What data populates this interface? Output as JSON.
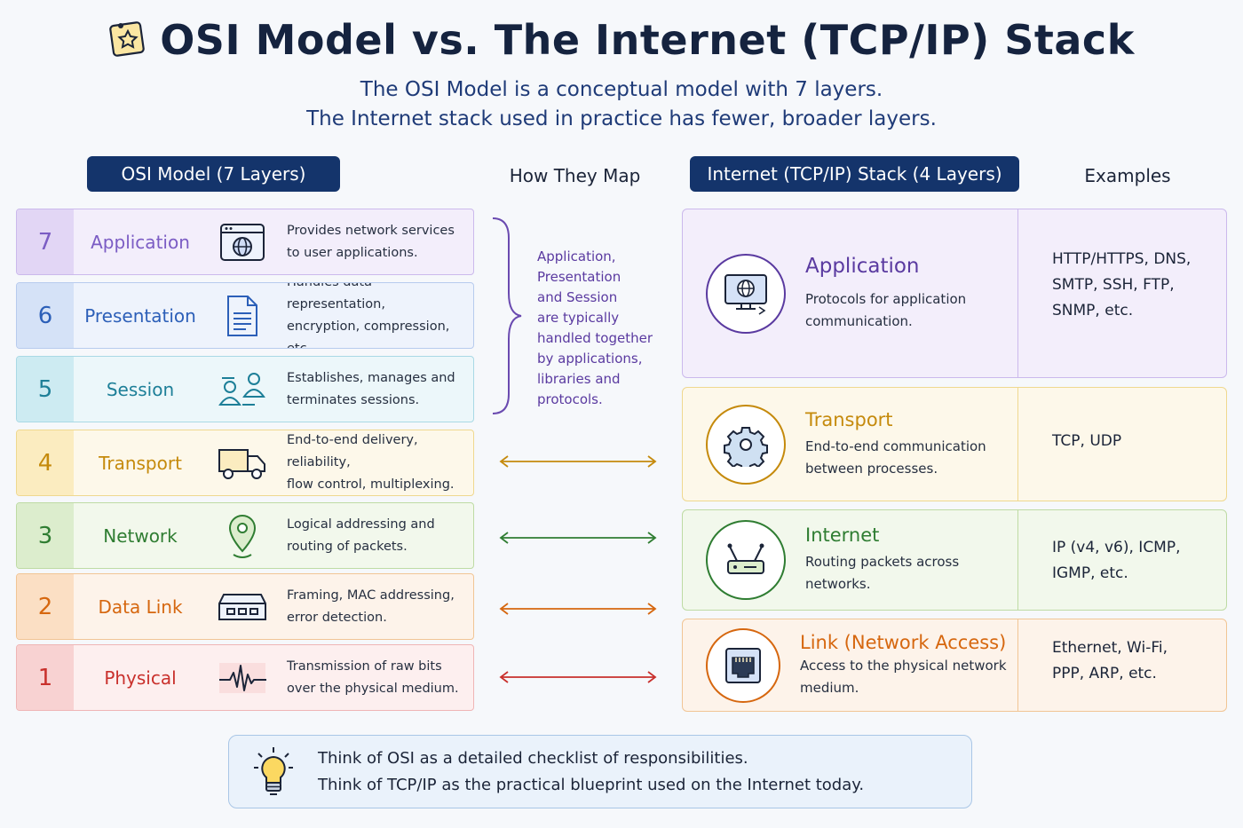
{
  "title": "OSI Model vs. The Internet (TCP/IP) Stack",
  "subtitle_lines": [
    "The OSI Model is a conceptual model with 7 layers.",
    "The Internet stack used in practice has fewer, broader layers."
  ],
  "headers": {
    "osi": "OSI Model (7 Layers)",
    "map": "How They Map",
    "tcp": "Internet (TCP/IP) Stack (4 Layers)",
    "examples": "Examples"
  },
  "osi_layers": [
    {
      "num": "7",
      "name": "Application",
      "desc": [
        "Provides network services",
        "to user applications."
      ],
      "icon": "browser-globe-icon",
      "accent": "#7b5cc4",
      "bg": "#f3eefb",
      "numbg": "#e2d6f5",
      "border": "#cbb9ec"
    },
    {
      "num": "6",
      "name": "Presentation",
      "desc": [
        "Handles data representation,",
        "encryption, compression, etc."
      ],
      "icon": "document-icon",
      "accent": "#2c5fb8",
      "bg": "#eef3fc",
      "numbg": "#d5e2f7",
      "border": "#b7cbee"
    },
    {
      "num": "5",
      "name": "Session",
      "desc": [
        "Establishes, manages and",
        "terminates sessions."
      ],
      "icon": "users-icon",
      "accent": "#1d7f98",
      "bg": "#ecf7fa",
      "numbg": "#cdebf2",
      "border": "#a9d9e5"
    },
    {
      "num": "4",
      "name": "Transport",
      "desc": [
        "End-to-end delivery, reliability,",
        "flow control, multiplexing."
      ],
      "icon": "truck-icon",
      "accent": "#c58a0c",
      "bg": "#fdf8ea",
      "numbg": "#fbecc0",
      "border": "#efd88f"
    },
    {
      "num": "3",
      "name": "Network",
      "desc": [
        "Logical addressing and",
        "routing of packets."
      ],
      "icon": "map-pin-icon",
      "accent": "#2f7d32",
      "bg": "#f2f8ec",
      "numbg": "#dcedcd",
      "border": "#bedba4"
    },
    {
      "num": "2",
      "name": "Data Link",
      "desc": [
        "Framing, MAC addressing,",
        "error detection."
      ],
      "icon": "switch-icon",
      "accent": "#d6670f",
      "bg": "#fdf3ea",
      "numbg": "#fbdfc4",
      "border": "#f1c595"
    },
    {
      "num": "1",
      "name": "Physical",
      "desc": [
        "Transmission of raw bits",
        "over the physical medium."
      ],
      "icon": "signal-wave-icon",
      "accent": "#c9302c",
      "bg": "#fdefef",
      "numbg": "#f8d2d2",
      "border": "#efb5b5"
    }
  ],
  "brace_note": [
    "Application,",
    "Presentation",
    "and Session",
    "are typically",
    "handled together",
    "by applications,",
    "libraries and",
    "protocols."
  ],
  "tcp_layers": [
    {
      "name": "Application",
      "desc": [
        "Protocols for application",
        "communication."
      ],
      "examples": [
        "HTTP/HTTPS, DNS,",
        "SMTP, SSH, FTP,",
        "SNMP, etc."
      ],
      "icon": "monitor-globe-icon",
      "accent": "#5a3aa0",
      "bg": "#f3eefb",
      "border": "#cbb9ec"
    },
    {
      "name": "Transport",
      "desc": [
        "End-to-end communication",
        "between processes."
      ],
      "examples": [
        "TCP, UDP"
      ],
      "icon": "gear-icon",
      "accent": "#c58a0c",
      "bg": "#fdf8ea",
      "border": "#efd88f"
    },
    {
      "name": "Internet",
      "desc": [
        "Routing packets across",
        "networks."
      ],
      "examples": [
        "IP (v4, v6), ICMP,",
        "IGMP, etc."
      ],
      "icon": "router-icon",
      "accent": "#2f7d32",
      "bg": "#f2f8ec",
      "border": "#bedba4"
    },
    {
      "name": "Link (Network Access)",
      "desc": [
        "Access to the physical network",
        "medium."
      ],
      "examples": [
        "Ethernet, Wi-Fi,",
        "PPP, ARP, etc."
      ],
      "icon": "ethernet-port-icon",
      "accent": "#d6670f",
      "bg": "#fdf3ea",
      "border": "#f1c595"
    }
  ],
  "arrow_colors": [
    "#c58a0c",
    "#2f7d32",
    "#d6670f",
    "#c9302c"
  ],
  "footer": {
    "lines": [
      "Think of OSI as a detailed checklist of responsibilities.",
      "Think of TCP/IP as the practical blueprint used on the Internet today."
    ],
    "icon": "lightbulb-icon"
  }
}
